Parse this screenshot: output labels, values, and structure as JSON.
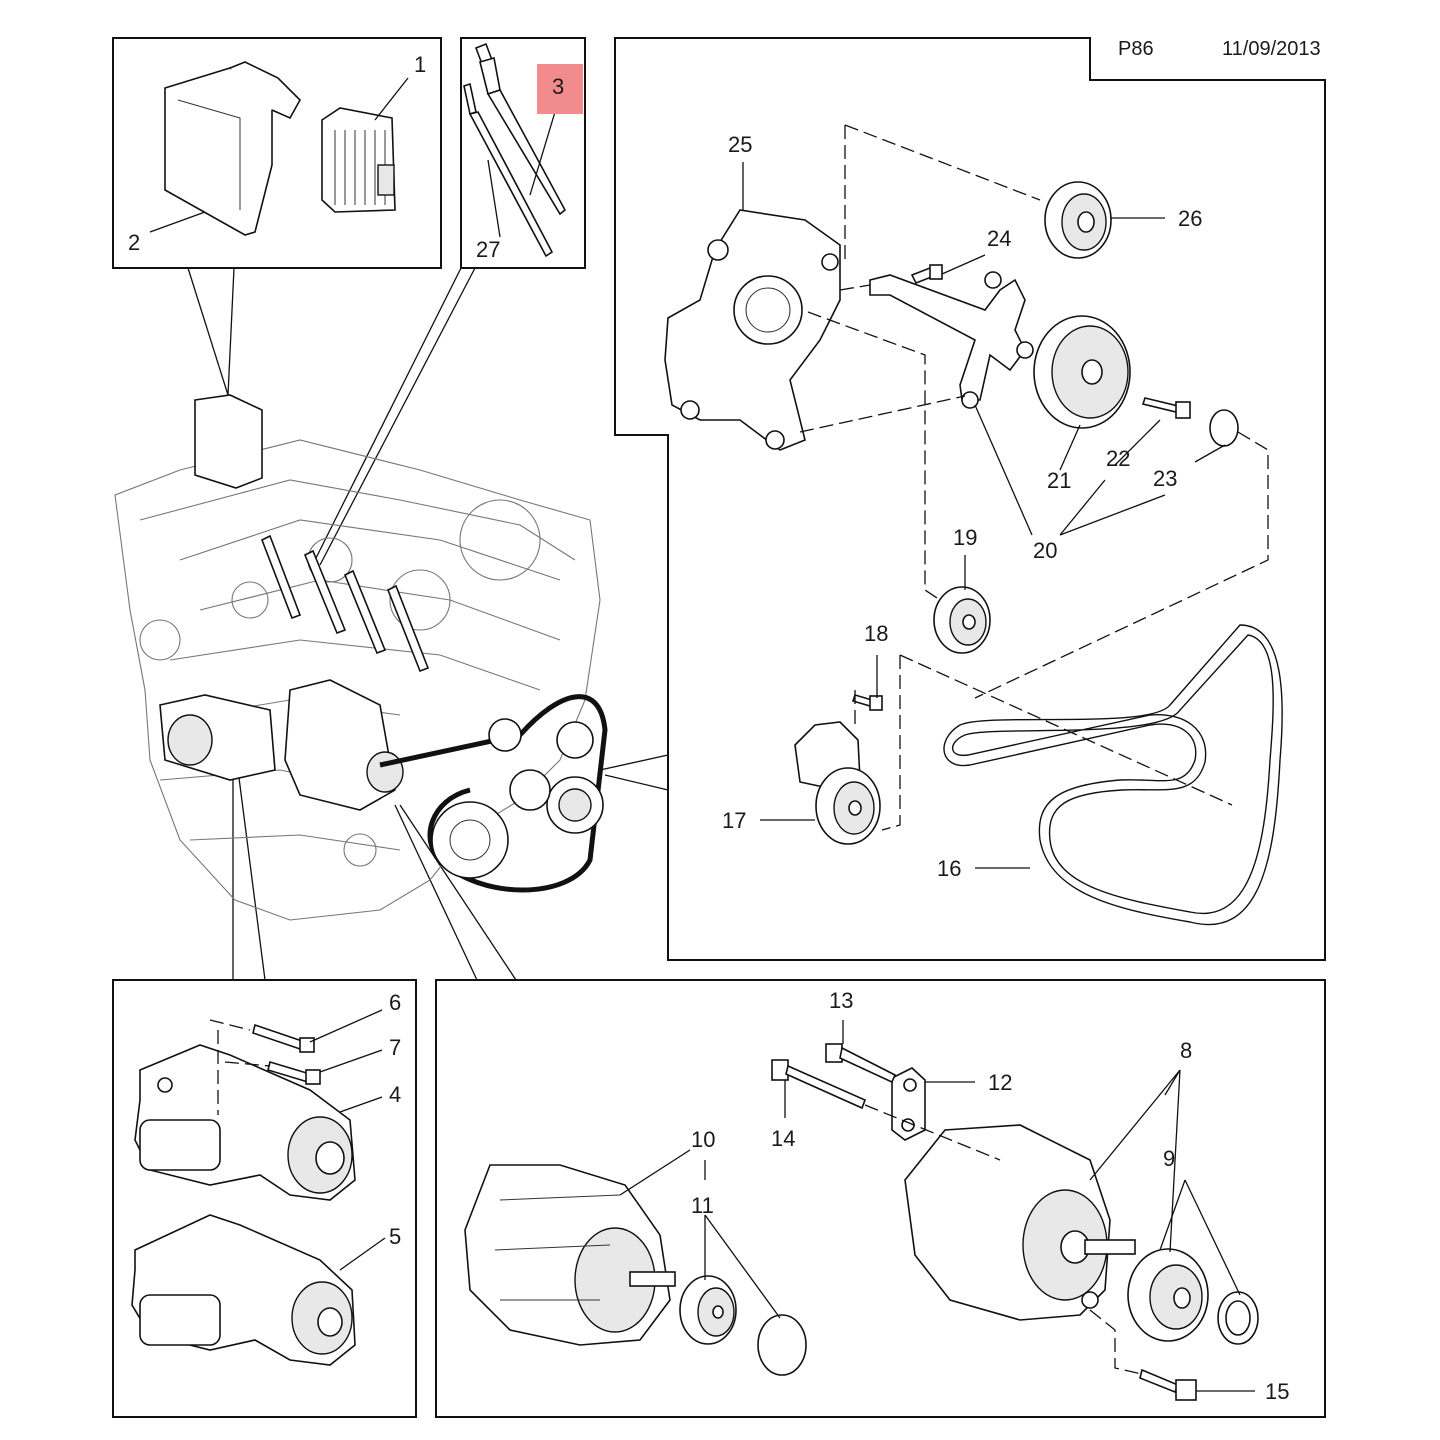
{
  "header": {
    "page_code": "P86",
    "date": "11/09/2013"
  },
  "highlight_color": "#f28b8b",
  "callouts": [
    {
      "id": "c1",
      "text": "1"
    },
    {
      "id": "c2",
      "text": "2"
    },
    {
      "id": "c3",
      "text": "3",
      "highlighted": true
    },
    {
      "id": "c4",
      "text": "4"
    },
    {
      "id": "c5",
      "text": "5"
    },
    {
      "id": "c6",
      "text": "6"
    },
    {
      "id": "c7",
      "text": "7"
    },
    {
      "id": "c8",
      "text": "8"
    },
    {
      "id": "c9",
      "text": "9"
    },
    {
      "id": "c10",
      "text": "10"
    },
    {
      "id": "c11",
      "text": "11"
    },
    {
      "id": "c12",
      "text": "12"
    },
    {
      "id": "c13",
      "text": "13"
    },
    {
      "id": "c14",
      "text": "14"
    },
    {
      "id": "c15",
      "text": "15"
    },
    {
      "id": "c16",
      "text": "16"
    },
    {
      "id": "c17",
      "text": "17"
    },
    {
      "id": "c18",
      "text": "18"
    },
    {
      "id": "c19",
      "text": "19"
    },
    {
      "id": "c20",
      "text": "20"
    },
    {
      "id": "c21",
      "text": "21"
    },
    {
      "id": "c22",
      "text": "22"
    },
    {
      "id": "c23",
      "text": "23"
    },
    {
      "id": "c24",
      "text": "24"
    },
    {
      "id": "c25",
      "text": "25"
    },
    {
      "id": "c26",
      "text": "26"
    },
    {
      "id": "c27",
      "text": "27"
    }
  ]
}
